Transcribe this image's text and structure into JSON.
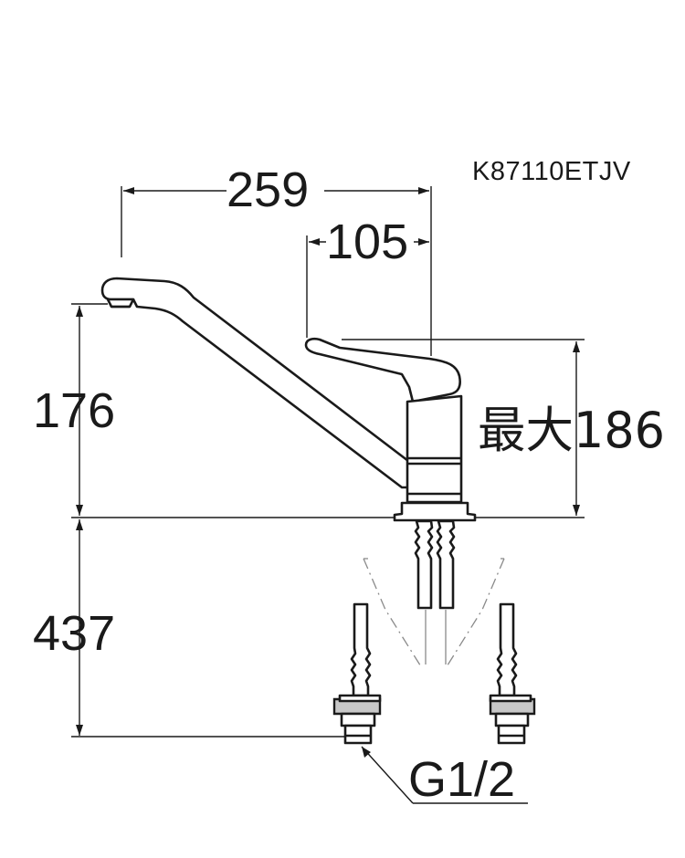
{
  "model_number": "K87110ETJV",
  "dimensions": {
    "spout_reach": "259",
    "lever_offset": "105",
    "spout_height": "176",
    "max_height": "最大186",
    "hose_length": "437",
    "thread_size": "G1/2"
  }
}
